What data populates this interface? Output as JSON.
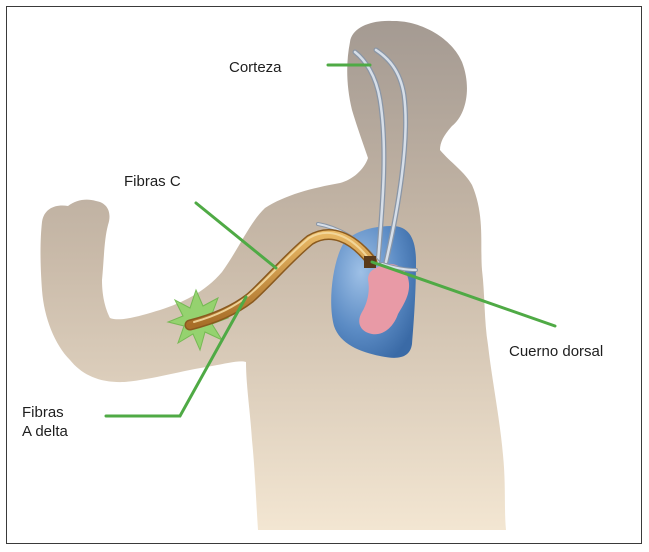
{
  "labels": {
    "corteza": "Corteza",
    "fibras_c": "Fibras C",
    "cuerno_dorsal": "Cuerno dorsal",
    "fibras_a_delta_line1": "Fibras",
    "fibras_a_delta_line2": "A delta"
  },
  "colors": {
    "body_gradient_top": "#a49a92",
    "body_gradient_bottom": "#f3e6d2",
    "pointer_line": "#4faa45",
    "nerve_fiber": "#c98e3d",
    "nerve_fiber_highlight": "#f3d9a0",
    "spinal_tract": "#b8c4d2",
    "spinal_cord_section": "#4f7fb6",
    "gray_matter": "#e89aa6",
    "pain_burst": "#8fd468",
    "border": "#3a3a3a"
  }
}
